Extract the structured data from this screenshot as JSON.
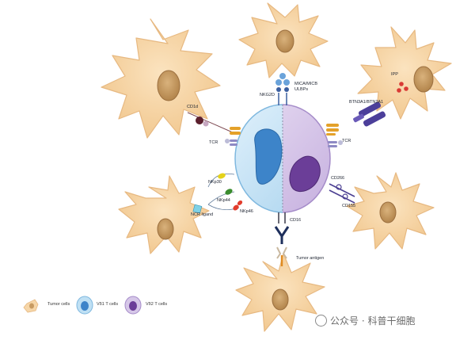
{
  "labels": {
    "nkg2d": "NKG2D",
    "mica": "MICA/MICB",
    "ulbps": "ULBPs",
    "cd1d": "CD1d",
    "tcr_left": "TCR",
    "tcr_right": "TCR",
    "btn": "BTN3A1/BTN2A1",
    "ipp": "IPP",
    "nkp30": "NKp30",
    "nkp44": "NKp44",
    "nkp46": "NKp46",
    "ncr_ligand": "NCR ligand",
    "cd266": "CD266",
    "cd155": "CD155",
    "cd16": "CD16",
    "tumor_antigen": "Tumor antigen"
  },
  "legend": {
    "tumor": "Tumor cells",
    "vd1": "Vδ1 T cells",
    "vd2": "Vδ2 T cells"
  },
  "watermark": "公众号 · 科普干细胞",
  "colors": {
    "tumor_fill": "#f6d6a8",
    "tumor_nucleus": "#c89b62",
    "vd1_outer": "#bfe0f4",
    "vd1_nucleus": "#3d84c9",
    "vd2_outer": "#d6c7e8",
    "vd2_nucleus": "#6b3e98"
  }
}
